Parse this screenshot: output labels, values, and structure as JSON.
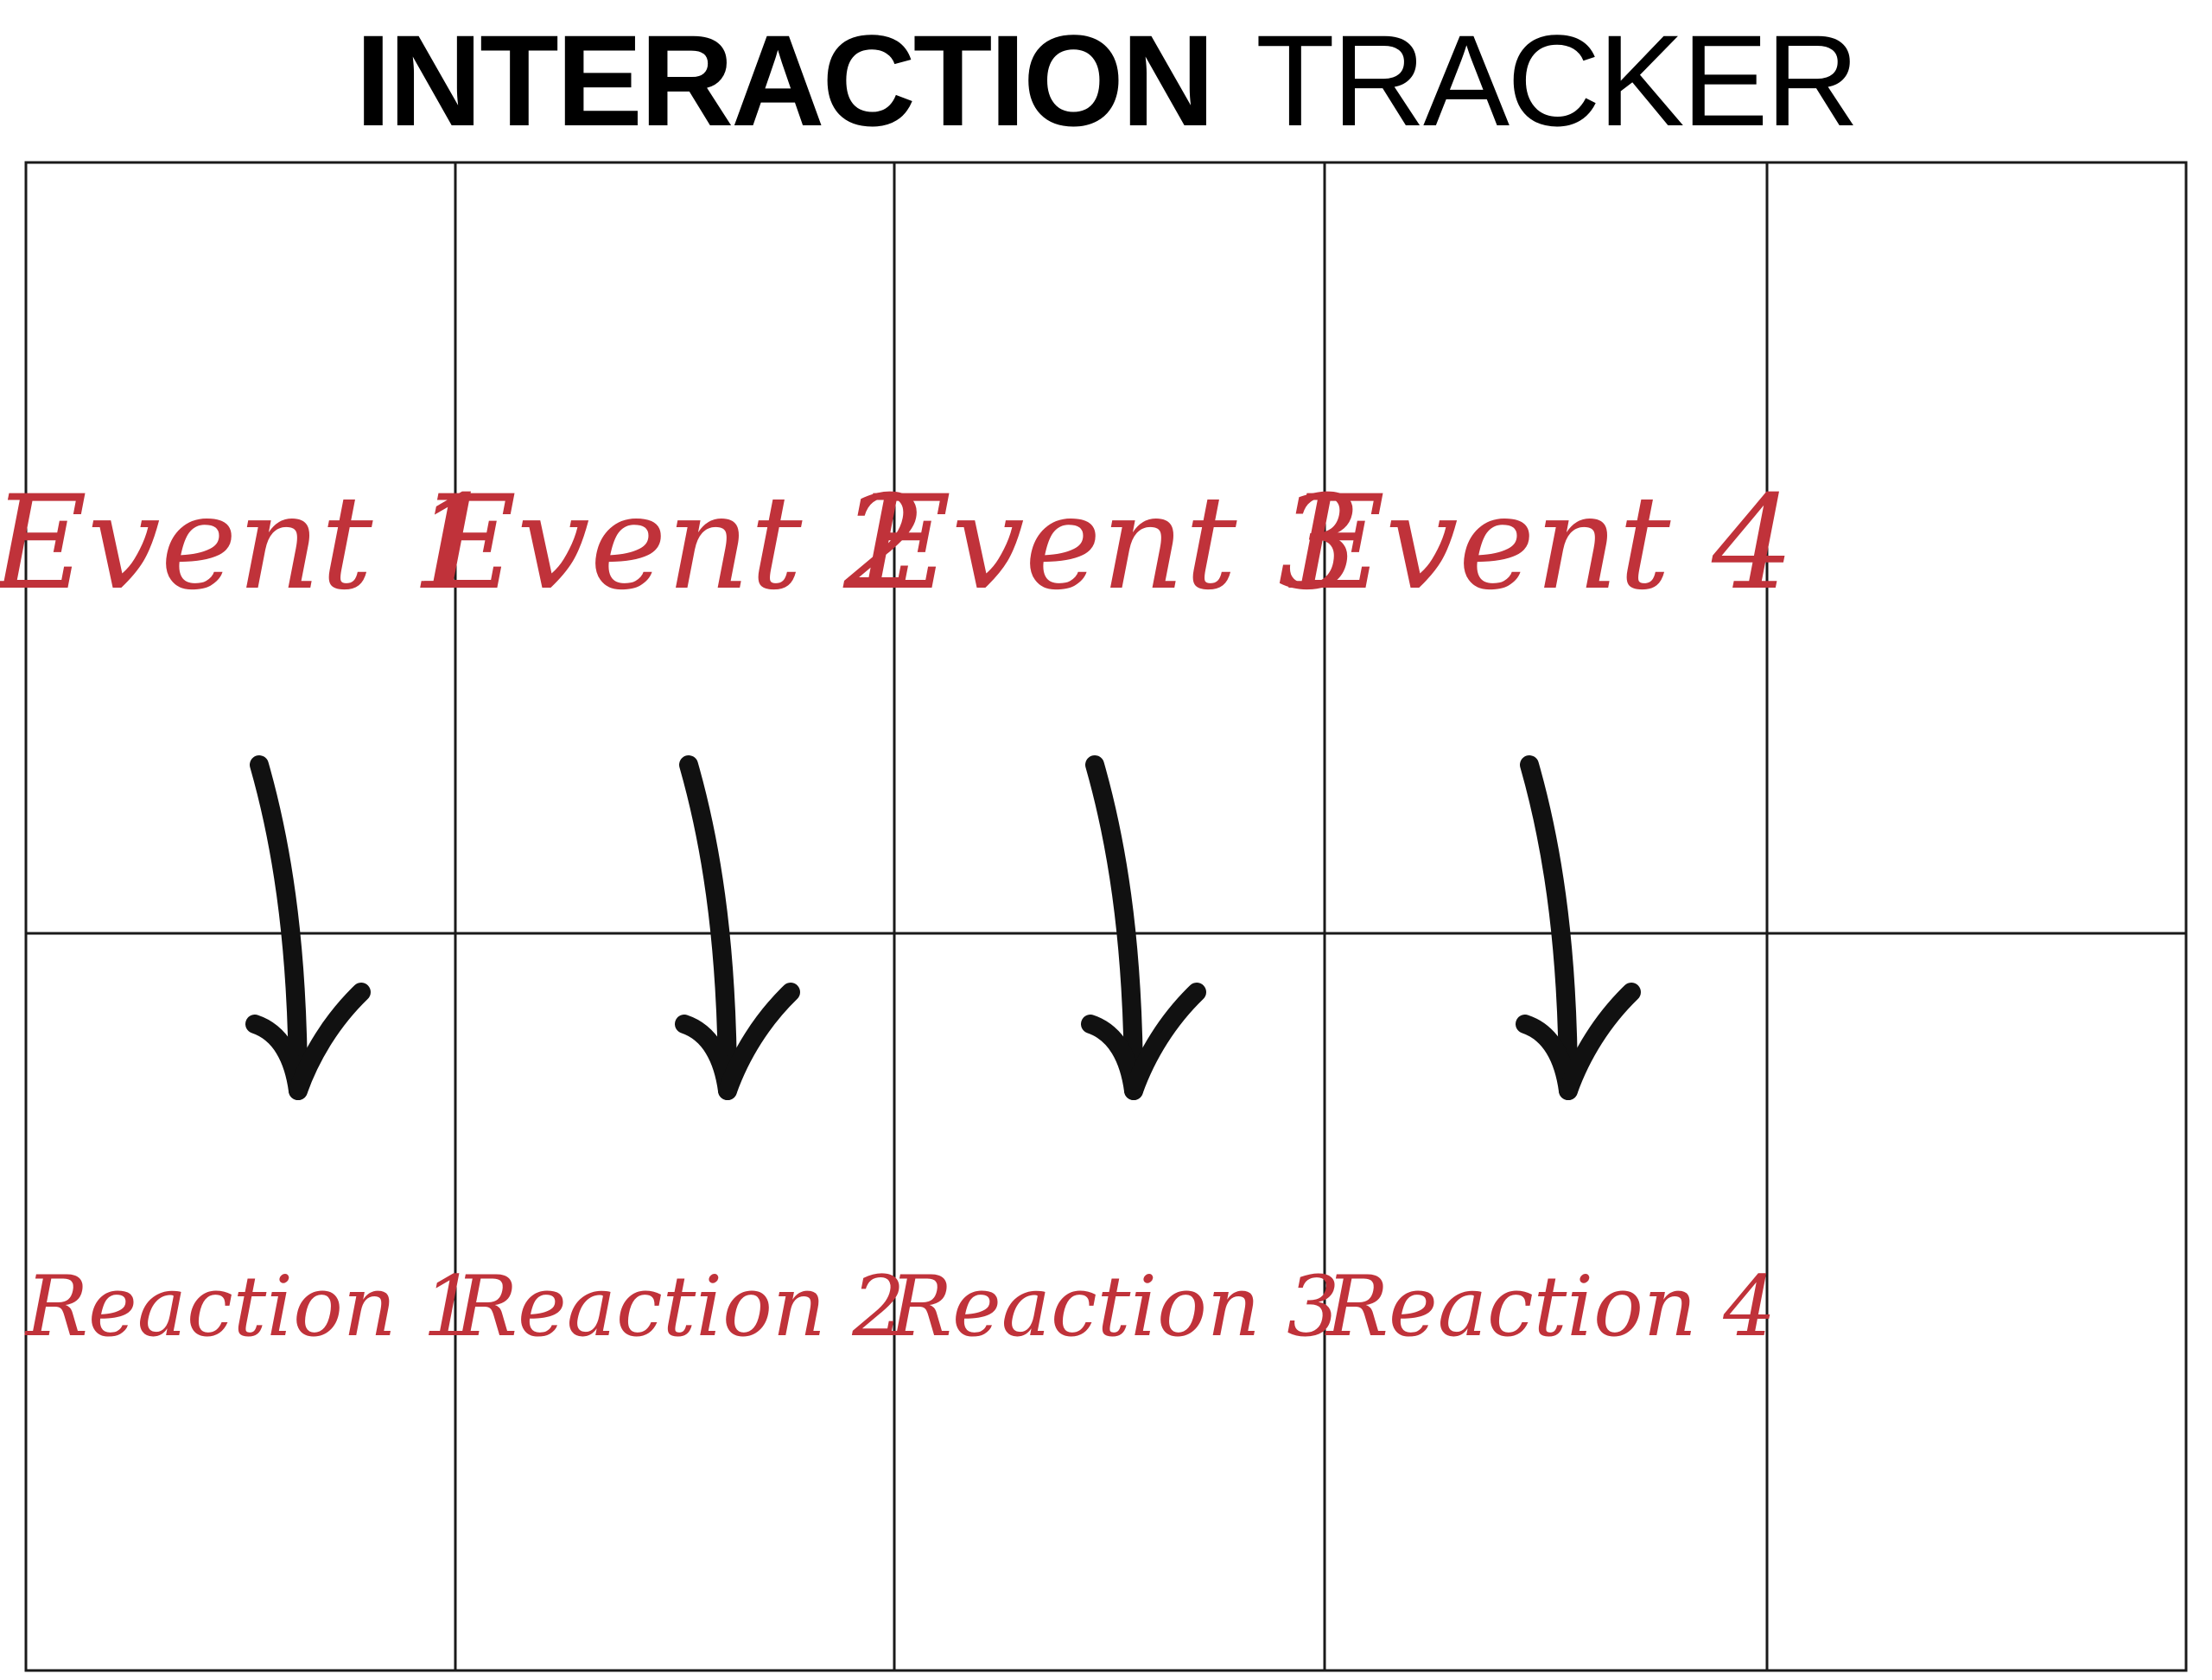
{
  "title": {
    "bold": "INTERACTION",
    "light": "TRACKER"
  },
  "events": [
    "Event 1",
    "Event 2",
    "Event 3",
    "Event 4"
  ],
  "reactions": [
    "Reaction 1",
    "Reaction 2",
    "Reaction 3",
    "Reaction 4"
  ],
  "colors": {
    "accent": "#c0323a",
    "ink": "#111111",
    "grid": "#1a1a1a"
  }
}
